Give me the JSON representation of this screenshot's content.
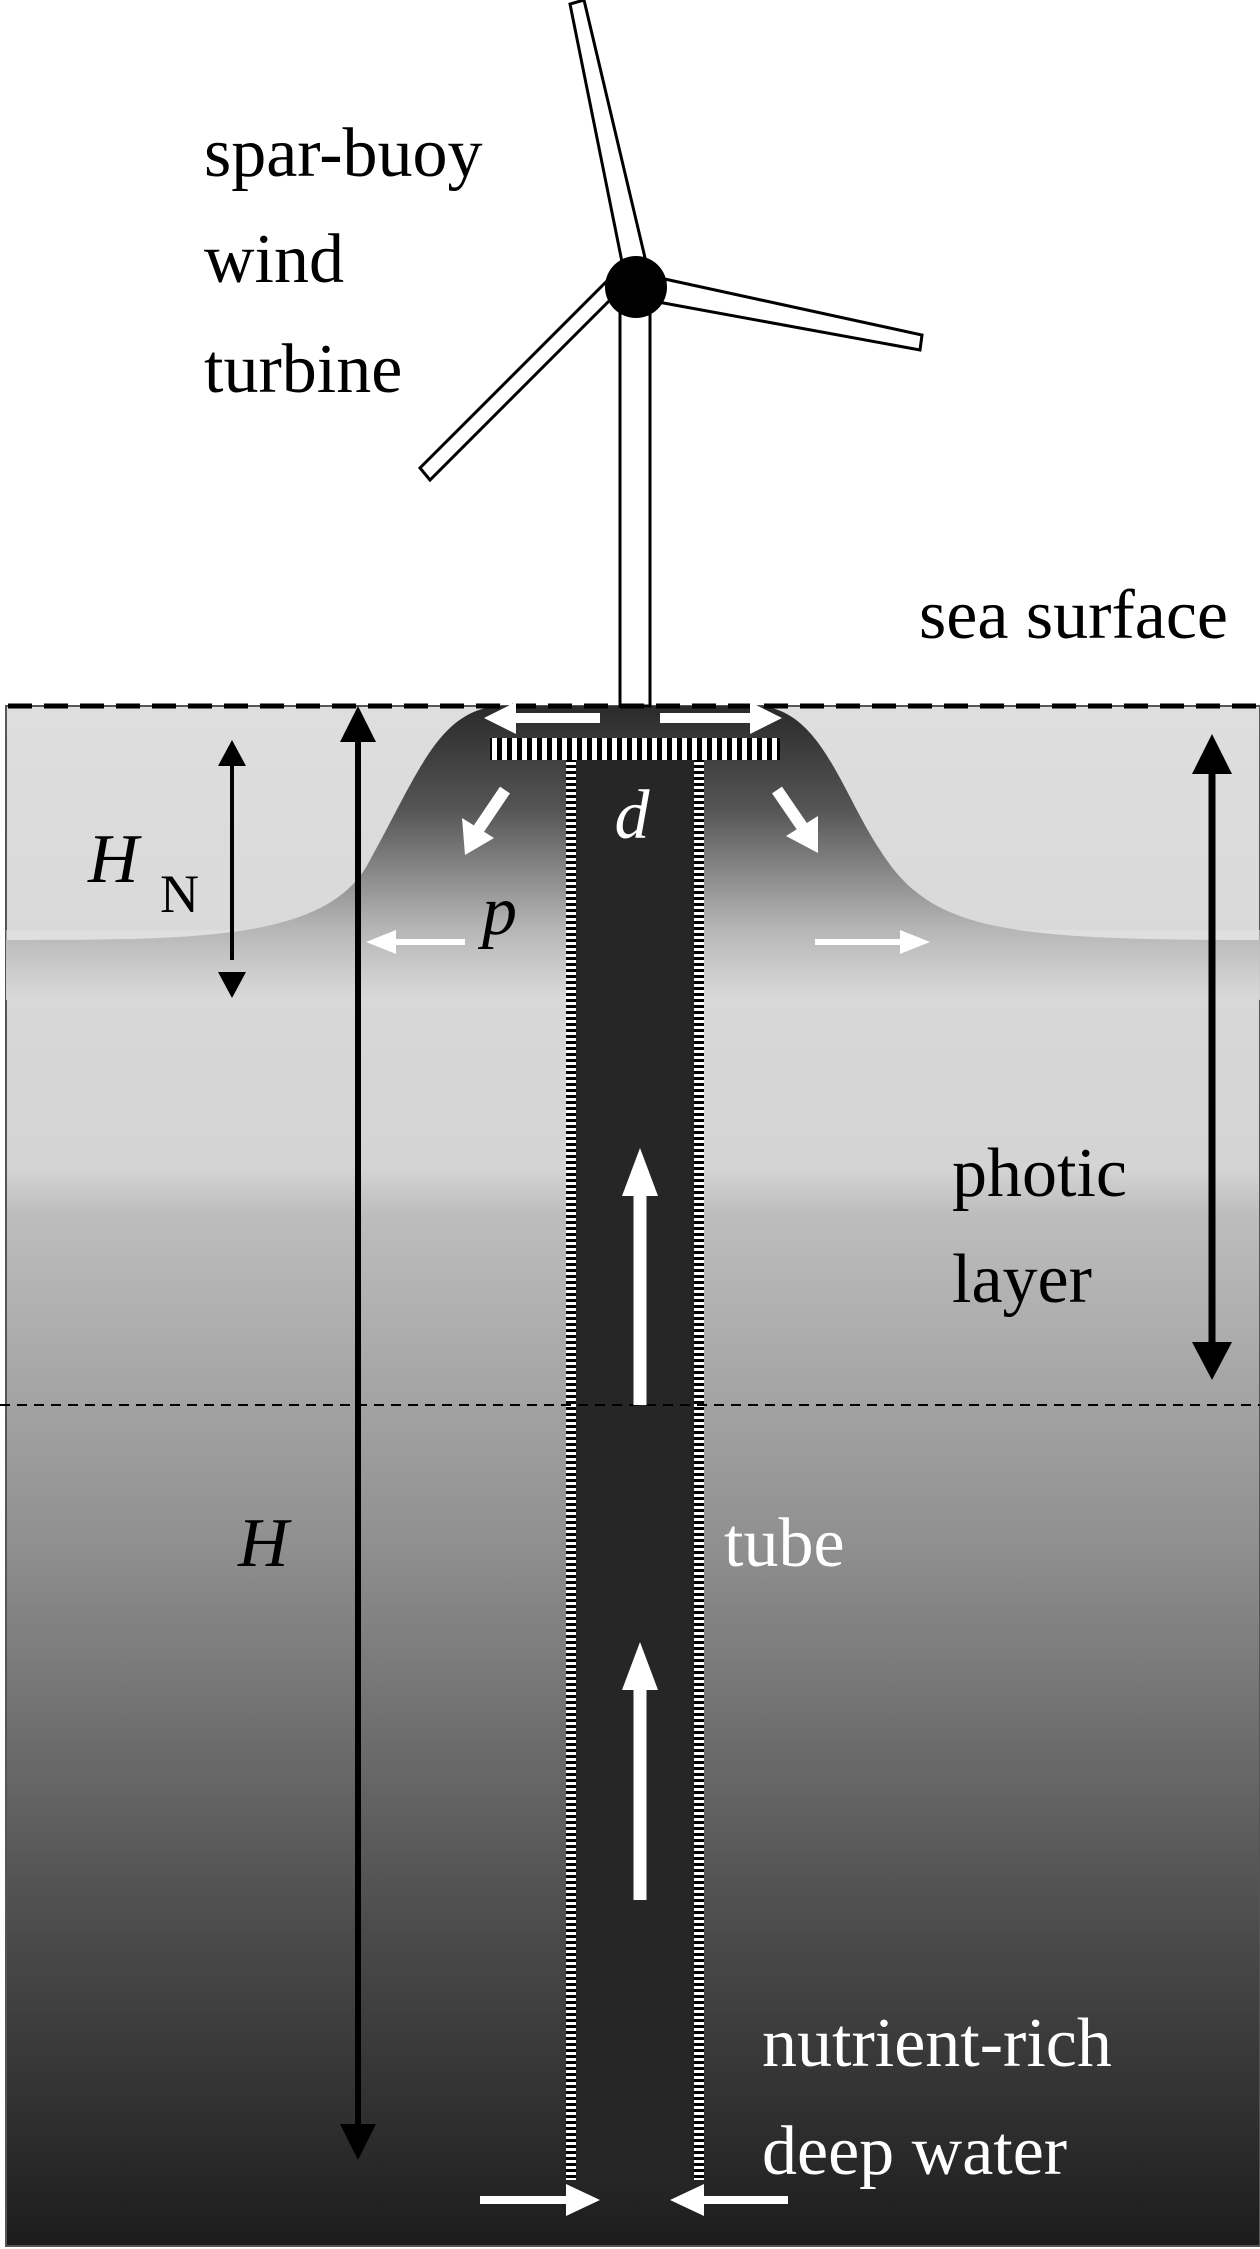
{
  "labels": {
    "turbine_line1": "spar-buoy",
    "turbine_line2": "wind",
    "turbine_line3": "turbine",
    "sea_surface": "sea surface",
    "hn_main": "H",
    "hn_sub": "N",
    "d_symbol": "d",
    "p_symbol": "p",
    "photic_line1": "photic",
    "photic_line2": "layer",
    "h_symbol": "H",
    "tube": "tube",
    "deep_line1": "nutrient-rich",
    "deep_line2": "deep water"
  },
  "colors": {
    "ink": "#000000",
    "flow_arrow": "#ffffff",
    "tube": "#262626",
    "sea_top": "#dedede",
    "sea_deep": "#1a1a1a"
  }
}
